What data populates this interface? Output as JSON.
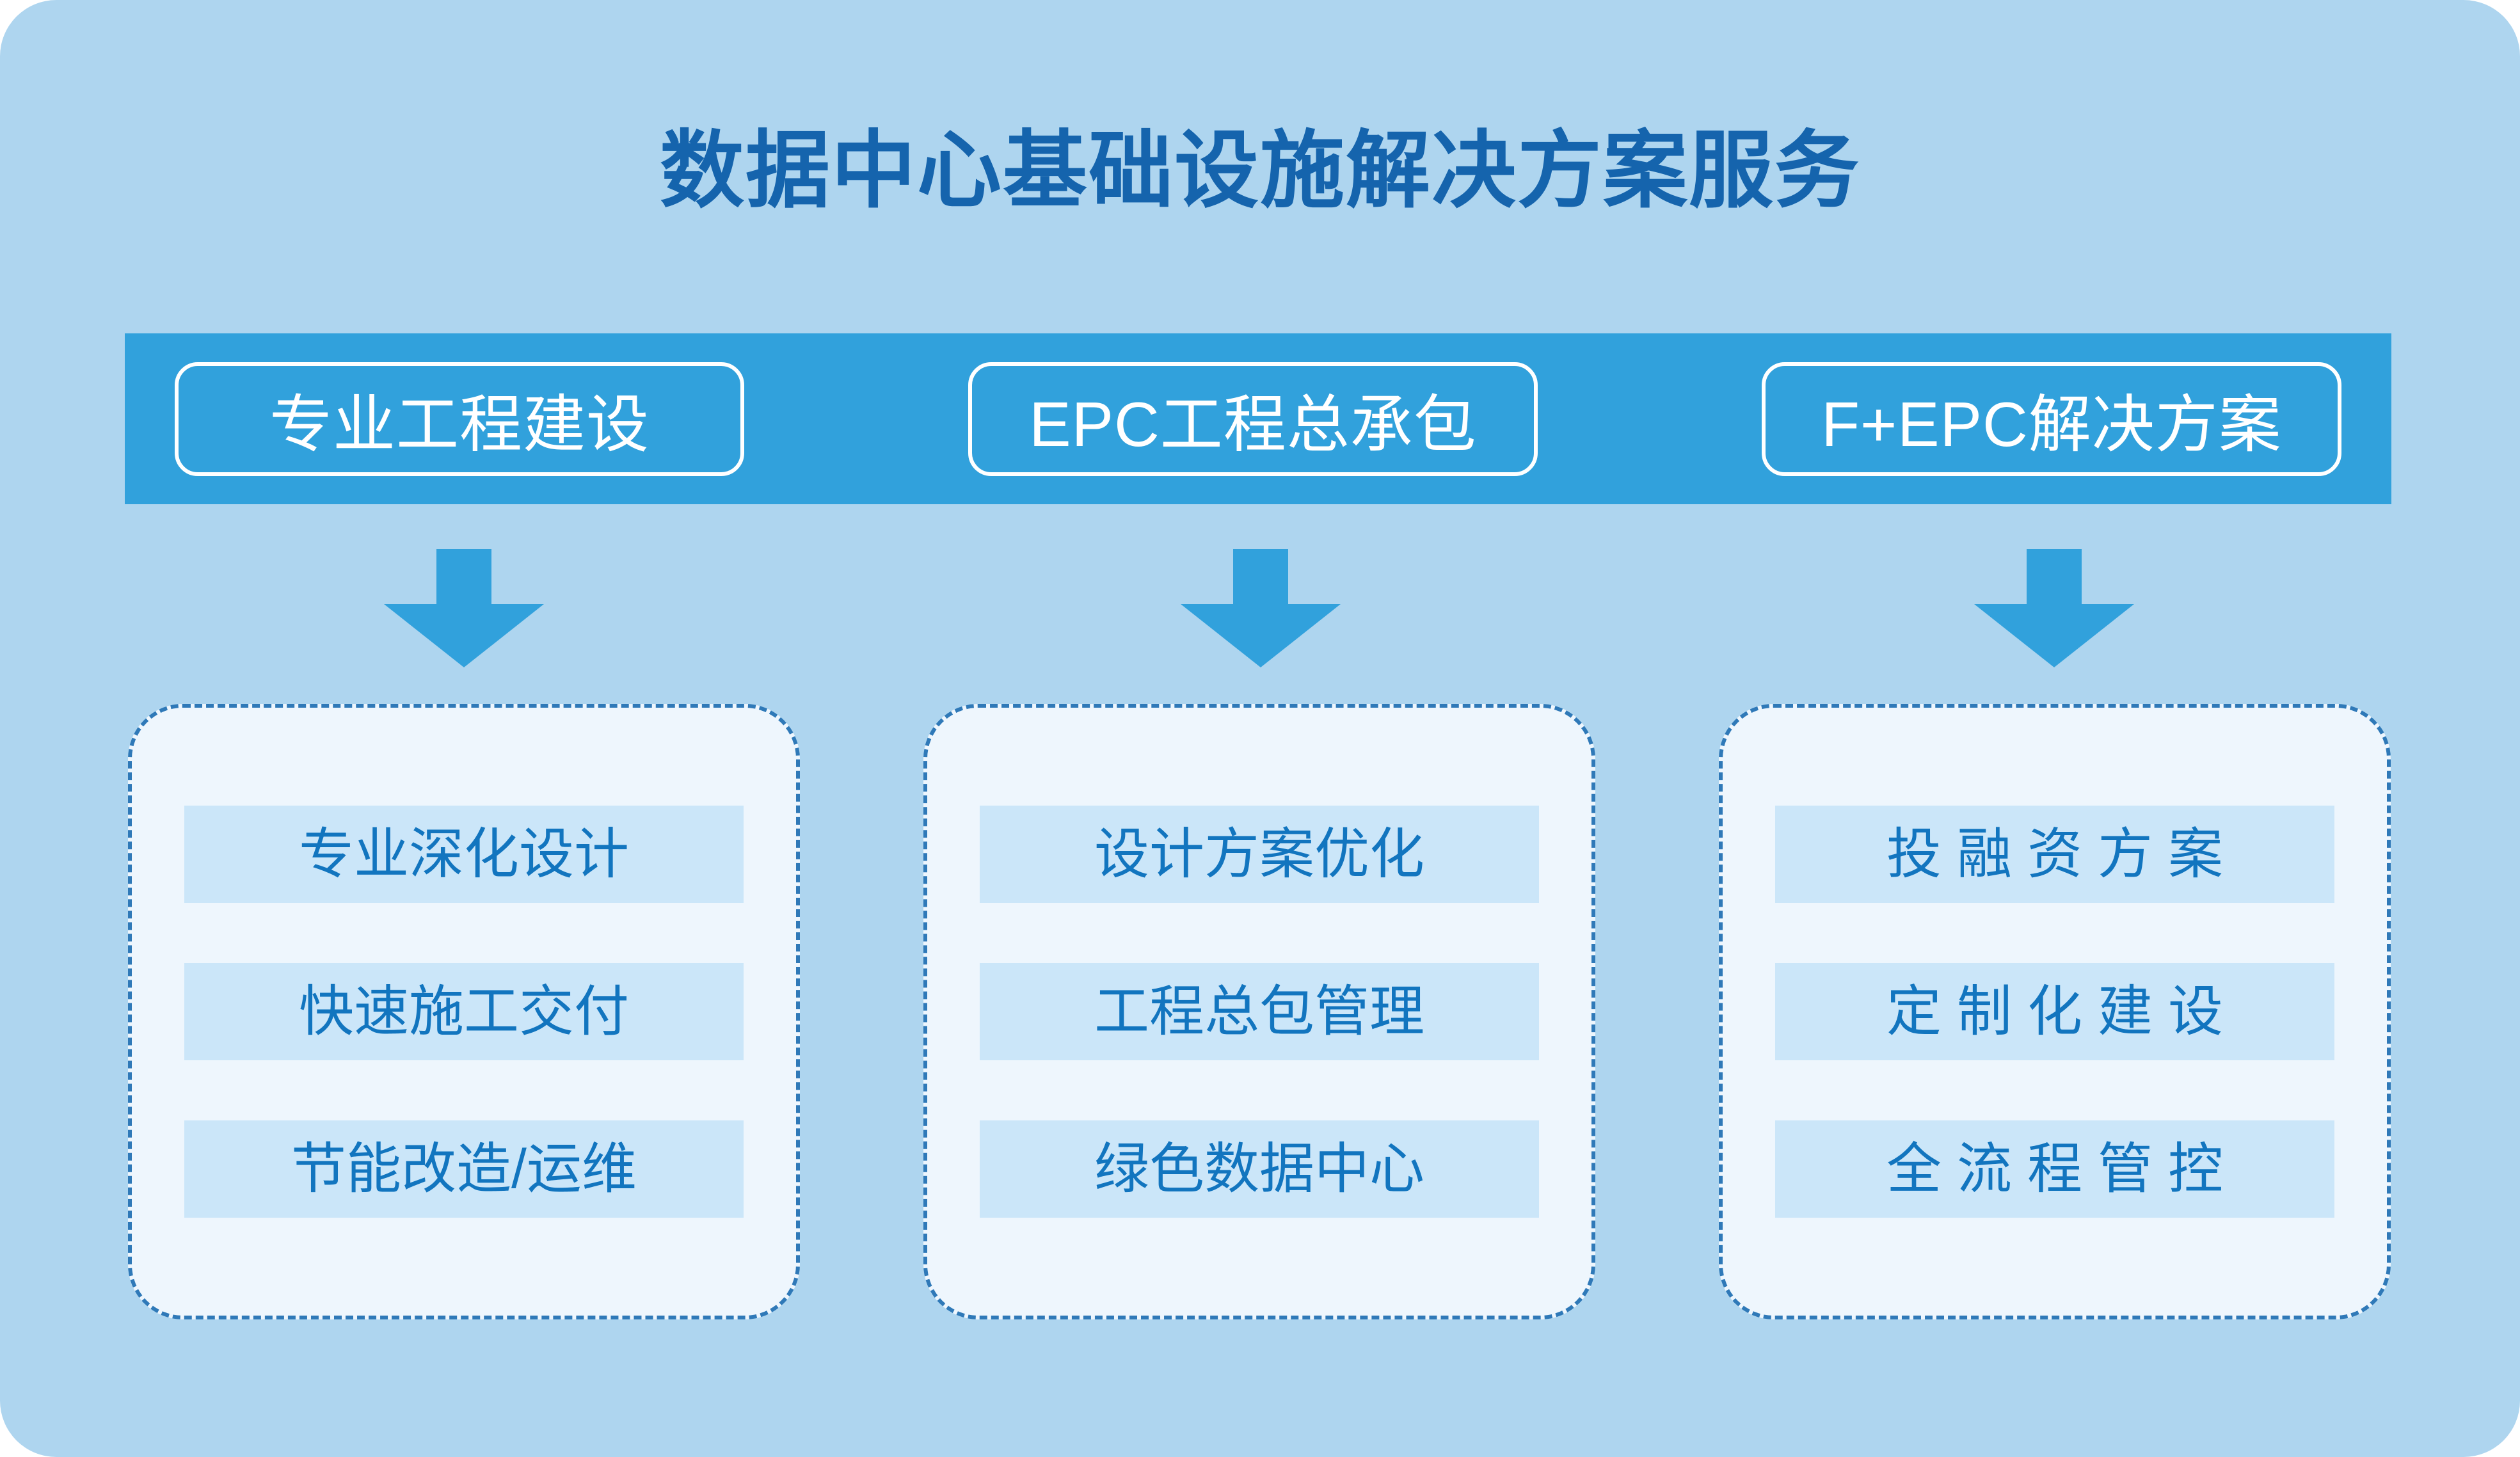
{
  "title": "数据中心基础设施解决方案服务",
  "colors": {
    "page_background": "#aed5ef",
    "band": "#31a1dc",
    "title_text": "#1564ad",
    "pill_border": "#ffffff",
    "pill_text": "#ffffff",
    "arrow": "#31a1dc",
    "card_background": "#eef6fd",
    "card_border": "#2f79b8",
    "item_background": "#cbe6f9",
    "item_text": "#1275bf"
  },
  "band": {
    "pills": [
      {
        "label": "专业工程建设"
      },
      {
        "label": "EPC工程总承包"
      },
      {
        "label": "F+EPC解决方案"
      }
    ]
  },
  "arrows": [
    {
      "icon": "arrow-down-icon"
    },
    {
      "icon": "arrow-down-icon"
    },
    {
      "icon": "arrow-down-icon"
    }
  ],
  "columns": [
    {
      "name": "专业工程建设",
      "spaced": false,
      "items": [
        {
          "label": "专业深化设计"
        },
        {
          "label": "快速施工交付"
        },
        {
          "label": "节能改造/运维"
        }
      ]
    },
    {
      "name": "EPC工程总承包",
      "spaced": false,
      "items": [
        {
          "label": "设计方案优化"
        },
        {
          "label": "工程总包管理"
        },
        {
          "label": "绿色数据中心"
        }
      ]
    },
    {
      "name": "F+EPC解决方案",
      "spaced": true,
      "items": [
        {
          "label": "投融资方案"
        },
        {
          "label": "定制化建设"
        },
        {
          "label": "全流程管控"
        }
      ]
    }
  ]
}
